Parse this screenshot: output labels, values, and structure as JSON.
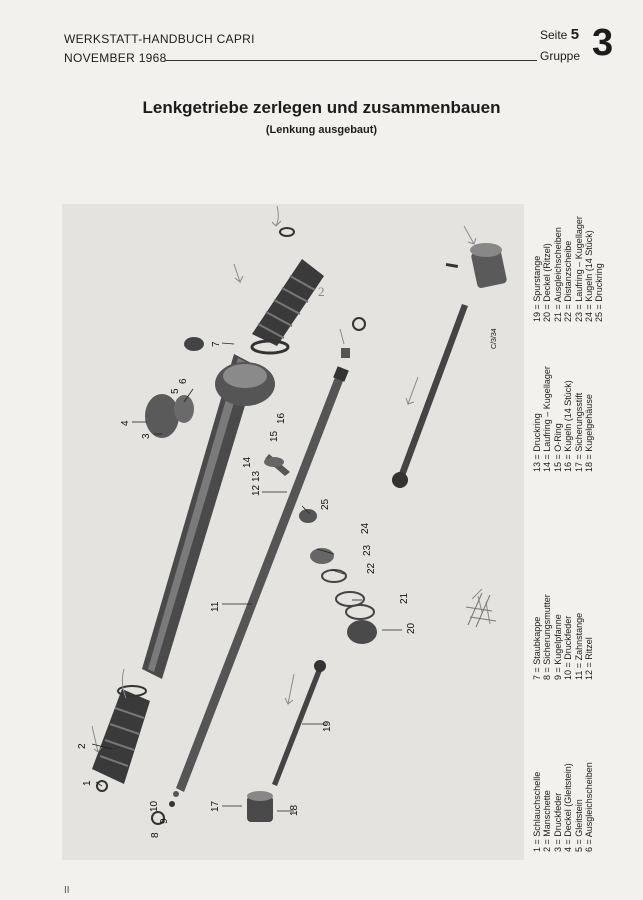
{
  "header": {
    "manual": "WERKSTATT-HANDBUCH CAPRI",
    "date": "NOVEMBER 1968",
    "page_label": "Seite",
    "page_number": "5",
    "group_label": "Gruppe",
    "group_number": "3"
  },
  "title": "Lenkgetriebe zerlegen und zusammenbauen",
  "subtitle": "(Lenkung ausgebaut)",
  "figure_code": "C/3/34",
  "parts_col1": [
    "1 = Schlauchschelle",
    "2 = Manschette",
    "3 = Druckfeder",
    "4 = Deckel (Gleitstein)",
    "5 = Gleitstein",
    "6 = Ausgleichscheiben"
  ],
  "parts_col2": [
    "7 = Staubkappe",
    "8 = Sicherungsmutter",
    "9 = Kugelpfanne",
    "10 = Druckfeder",
    "11 = Zahnstange",
    "12 = Ritzel"
  ],
  "parts_col3": [
    "13 = Druckring",
    "14 = Laufring – Kugellager",
    "15 = O-Ring",
    "16 = Kugeln (14 Stück)",
    "17 = Sicherungsstift",
    "18 = Kugelgehäuse"
  ],
  "parts_col4": [
    "19 = Spurstange",
    "20 = Deckel (Ritzel)",
    "21 = Ausgleichscheiben",
    "22 = Distanzscheibe",
    "23 = Laufring – Kugellager",
    "24 = Kugeln (14 Stück)",
    "25 = Druckring"
  ],
  "callouts": [
    "1",
    "2",
    "3",
    "4",
    "5",
    "6",
    "7",
    "8",
    "9",
    "10",
    "11",
    "12",
    "13",
    "14",
    "15",
    "16",
    "17",
    "18",
    "19",
    "20",
    "21",
    "22",
    "23",
    "24",
    "25"
  ],
  "footer_mark": "II"
}
